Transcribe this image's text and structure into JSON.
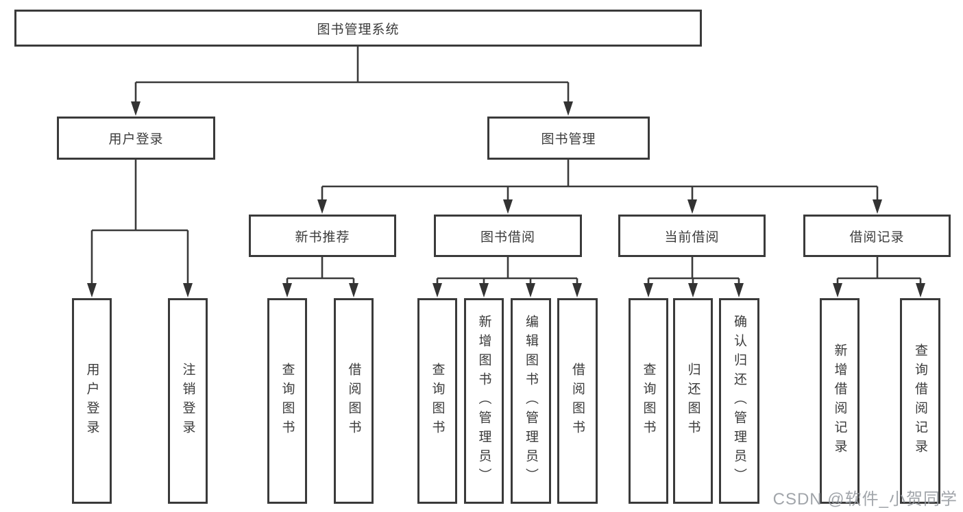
{
  "tree": {
    "root": {
      "label": "图书管理系统",
      "children": [
        {
          "label": "用户登录",
          "children": [
            {
              "label": "用户登录"
            },
            {
              "label": "注销登录"
            }
          ]
        },
        {
          "label": "图书管理",
          "children": [
            {
              "label": "新书推荐",
              "children": [
                {
                  "label": "查询图书"
                },
                {
                  "label": "借阅图书"
                }
              ]
            },
            {
              "label": "图书借阅",
              "children": [
                {
                  "label": "查询图书"
                },
                {
                  "label": "新增图书（管理员）"
                },
                {
                  "label": "编辑图书（管理员）"
                },
                {
                  "label": "借阅图书"
                }
              ]
            },
            {
              "label": "当前借阅",
              "children": [
                {
                  "label": "查询图书"
                },
                {
                  "label": "归还图书"
                },
                {
                  "label": "确认归还（管理员）"
                }
              ]
            },
            {
              "label": "借阅记录",
              "children": [
                {
                  "label": "新增借阅记录"
                },
                {
                  "label": "查询借阅记录"
                }
              ]
            }
          ]
        }
      ]
    }
  },
  "watermark": {
    "text": "CSDN @软件_小贺同学"
  },
  "colors": {
    "line": "#3a3a3a",
    "box_border": "#3a3a3a",
    "text": "#3b3b3b",
    "watermark": "#94989e",
    "background": "#ffffff"
  }
}
